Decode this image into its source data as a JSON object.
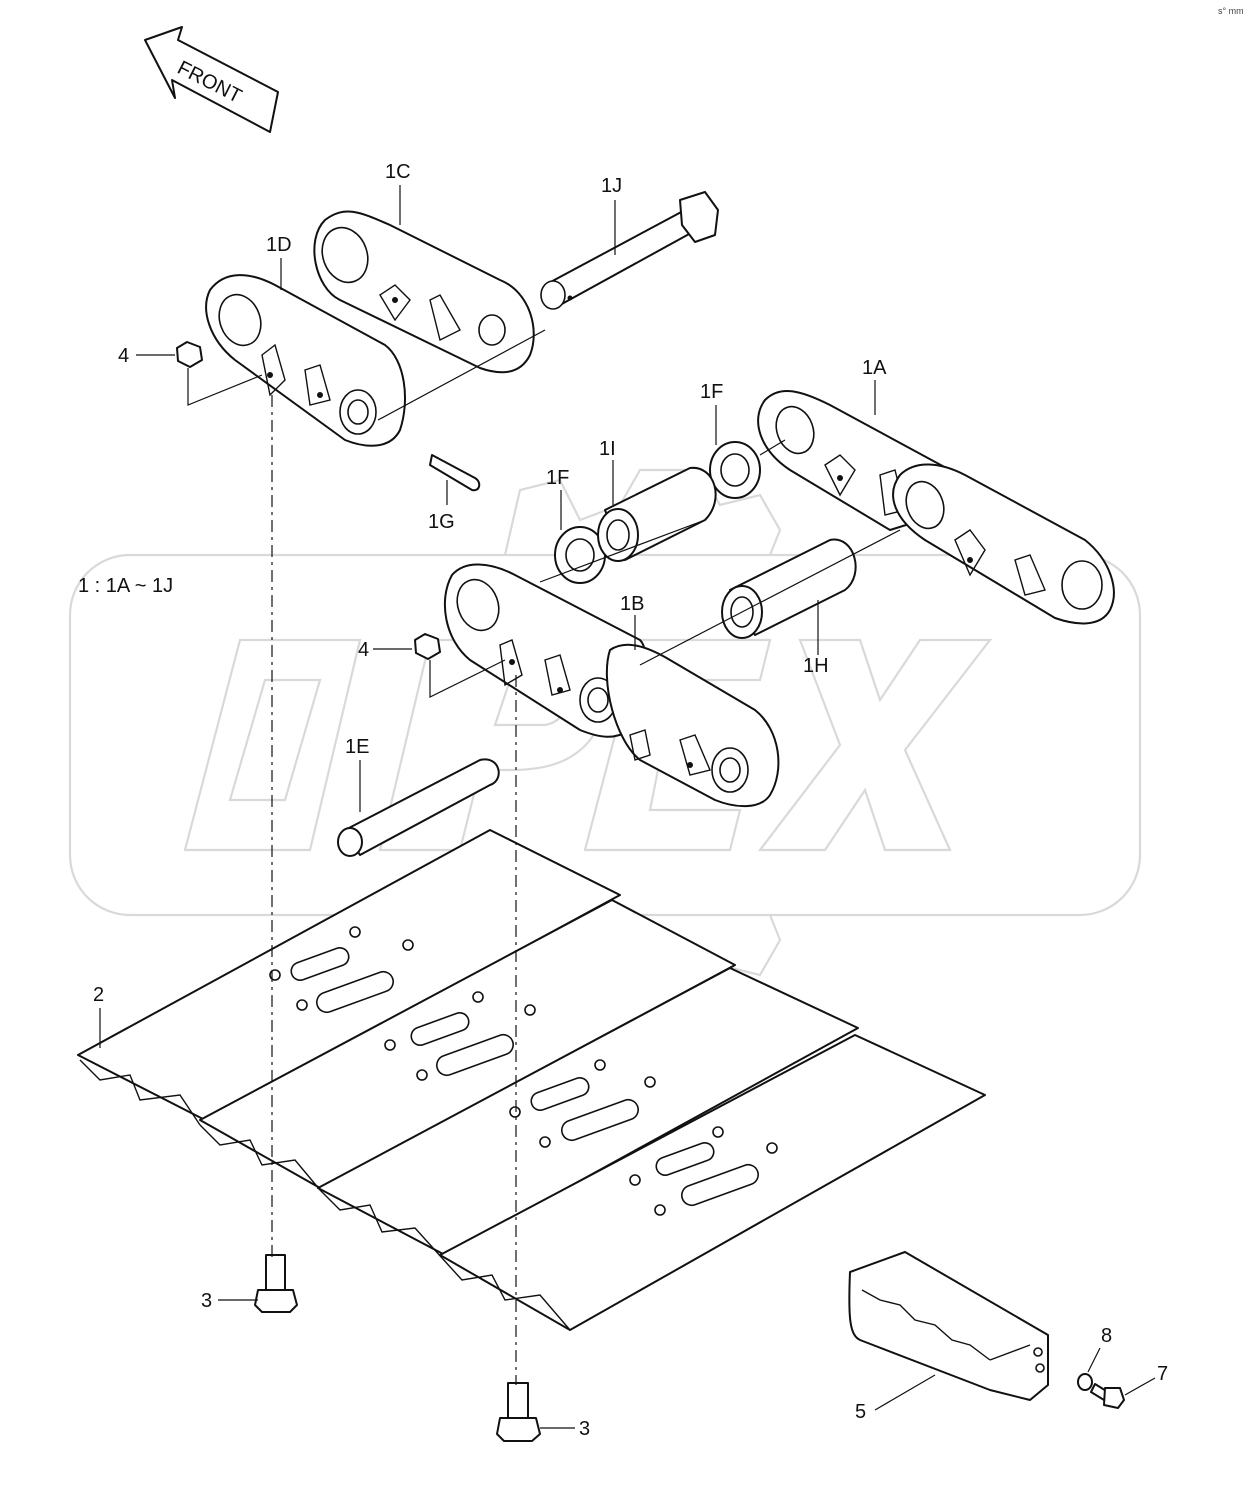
{
  "diagram": {
    "front_label": "FRONT",
    "range_note": "1 : 1A ~ 1J",
    "corner_mark": "s° mm",
    "watermark": "OPEX",
    "labels": {
      "1A": "1A",
      "1B": "1B",
      "1C": "1C",
      "1D": "1D",
      "1E": "1E",
      "1F_left": "1F",
      "1F_right": "1F",
      "1G": "1G",
      "1H": "1H",
      "1I": "1I",
      "1J": "1J",
      "2": "2",
      "3_left": "3",
      "3_right": "3",
      "4_top": "4",
      "4_mid": "4",
      "5": "5",
      "7": "7",
      "8": "8"
    }
  }
}
